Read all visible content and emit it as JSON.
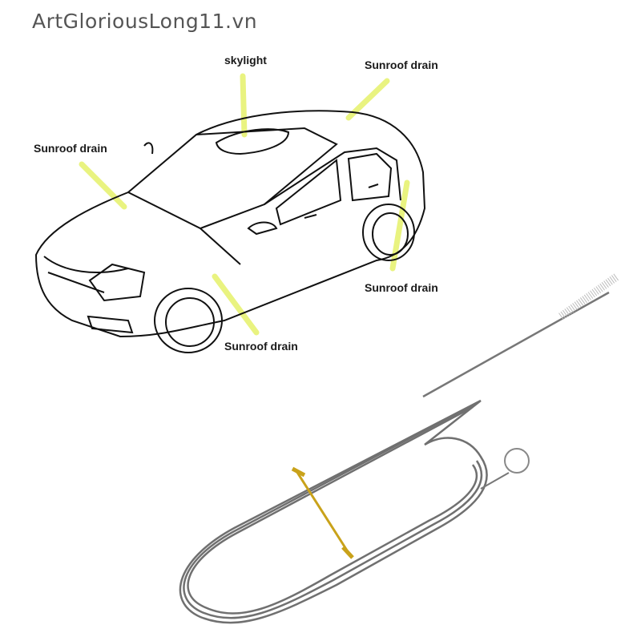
{
  "watermark": {
    "text": "ArtGloriousLong11.vn",
    "color": "#555555"
  },
  "diagram": {
    "subject": "sedan car line drawing",
    "highlight_color": "#e6f26a",
    "labels": [
      {
        "id": "skylight",
        "text": "skylight"
      },
      {
        "id": "drain-rear-top",
        "text": "Sunroof drain"
      },
      {
        "id": "drain-front-left",
        "text": "Sunroof drain"
      },
      {
        "id": "drain-rear-wheel",
        "text": "Sunroof drain"
      },
      {
        "id": "drain-front-wheel",
        "text": "Sunroof drain"
      }
    ]
  },
  "product": {
    "name": "flexible drain cleaning brush",
    "parts": [
      "coiled steel spring cable",
      "bristle brush tip",
      "ring handle",
      "gold twist tie"
    ],
    "tie_color": "#c9a21a",
    "wire_color": "#6f6f6f"
  }
}
